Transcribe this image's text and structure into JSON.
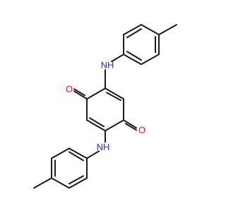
{
  "molecule": {
    "atom_labels": {
      "o_top": "O",
      "o_bottom": "O",
      "nh_top": "NH",
      "nh_bottom": "NH"
    },
    "colors": {
      "bond": "#1a1a1a",
      "oxygen": "#e8141a",
      "nitrogen": "#2b2bd6",
      "background": "#ffffff"
    }
  }
}
